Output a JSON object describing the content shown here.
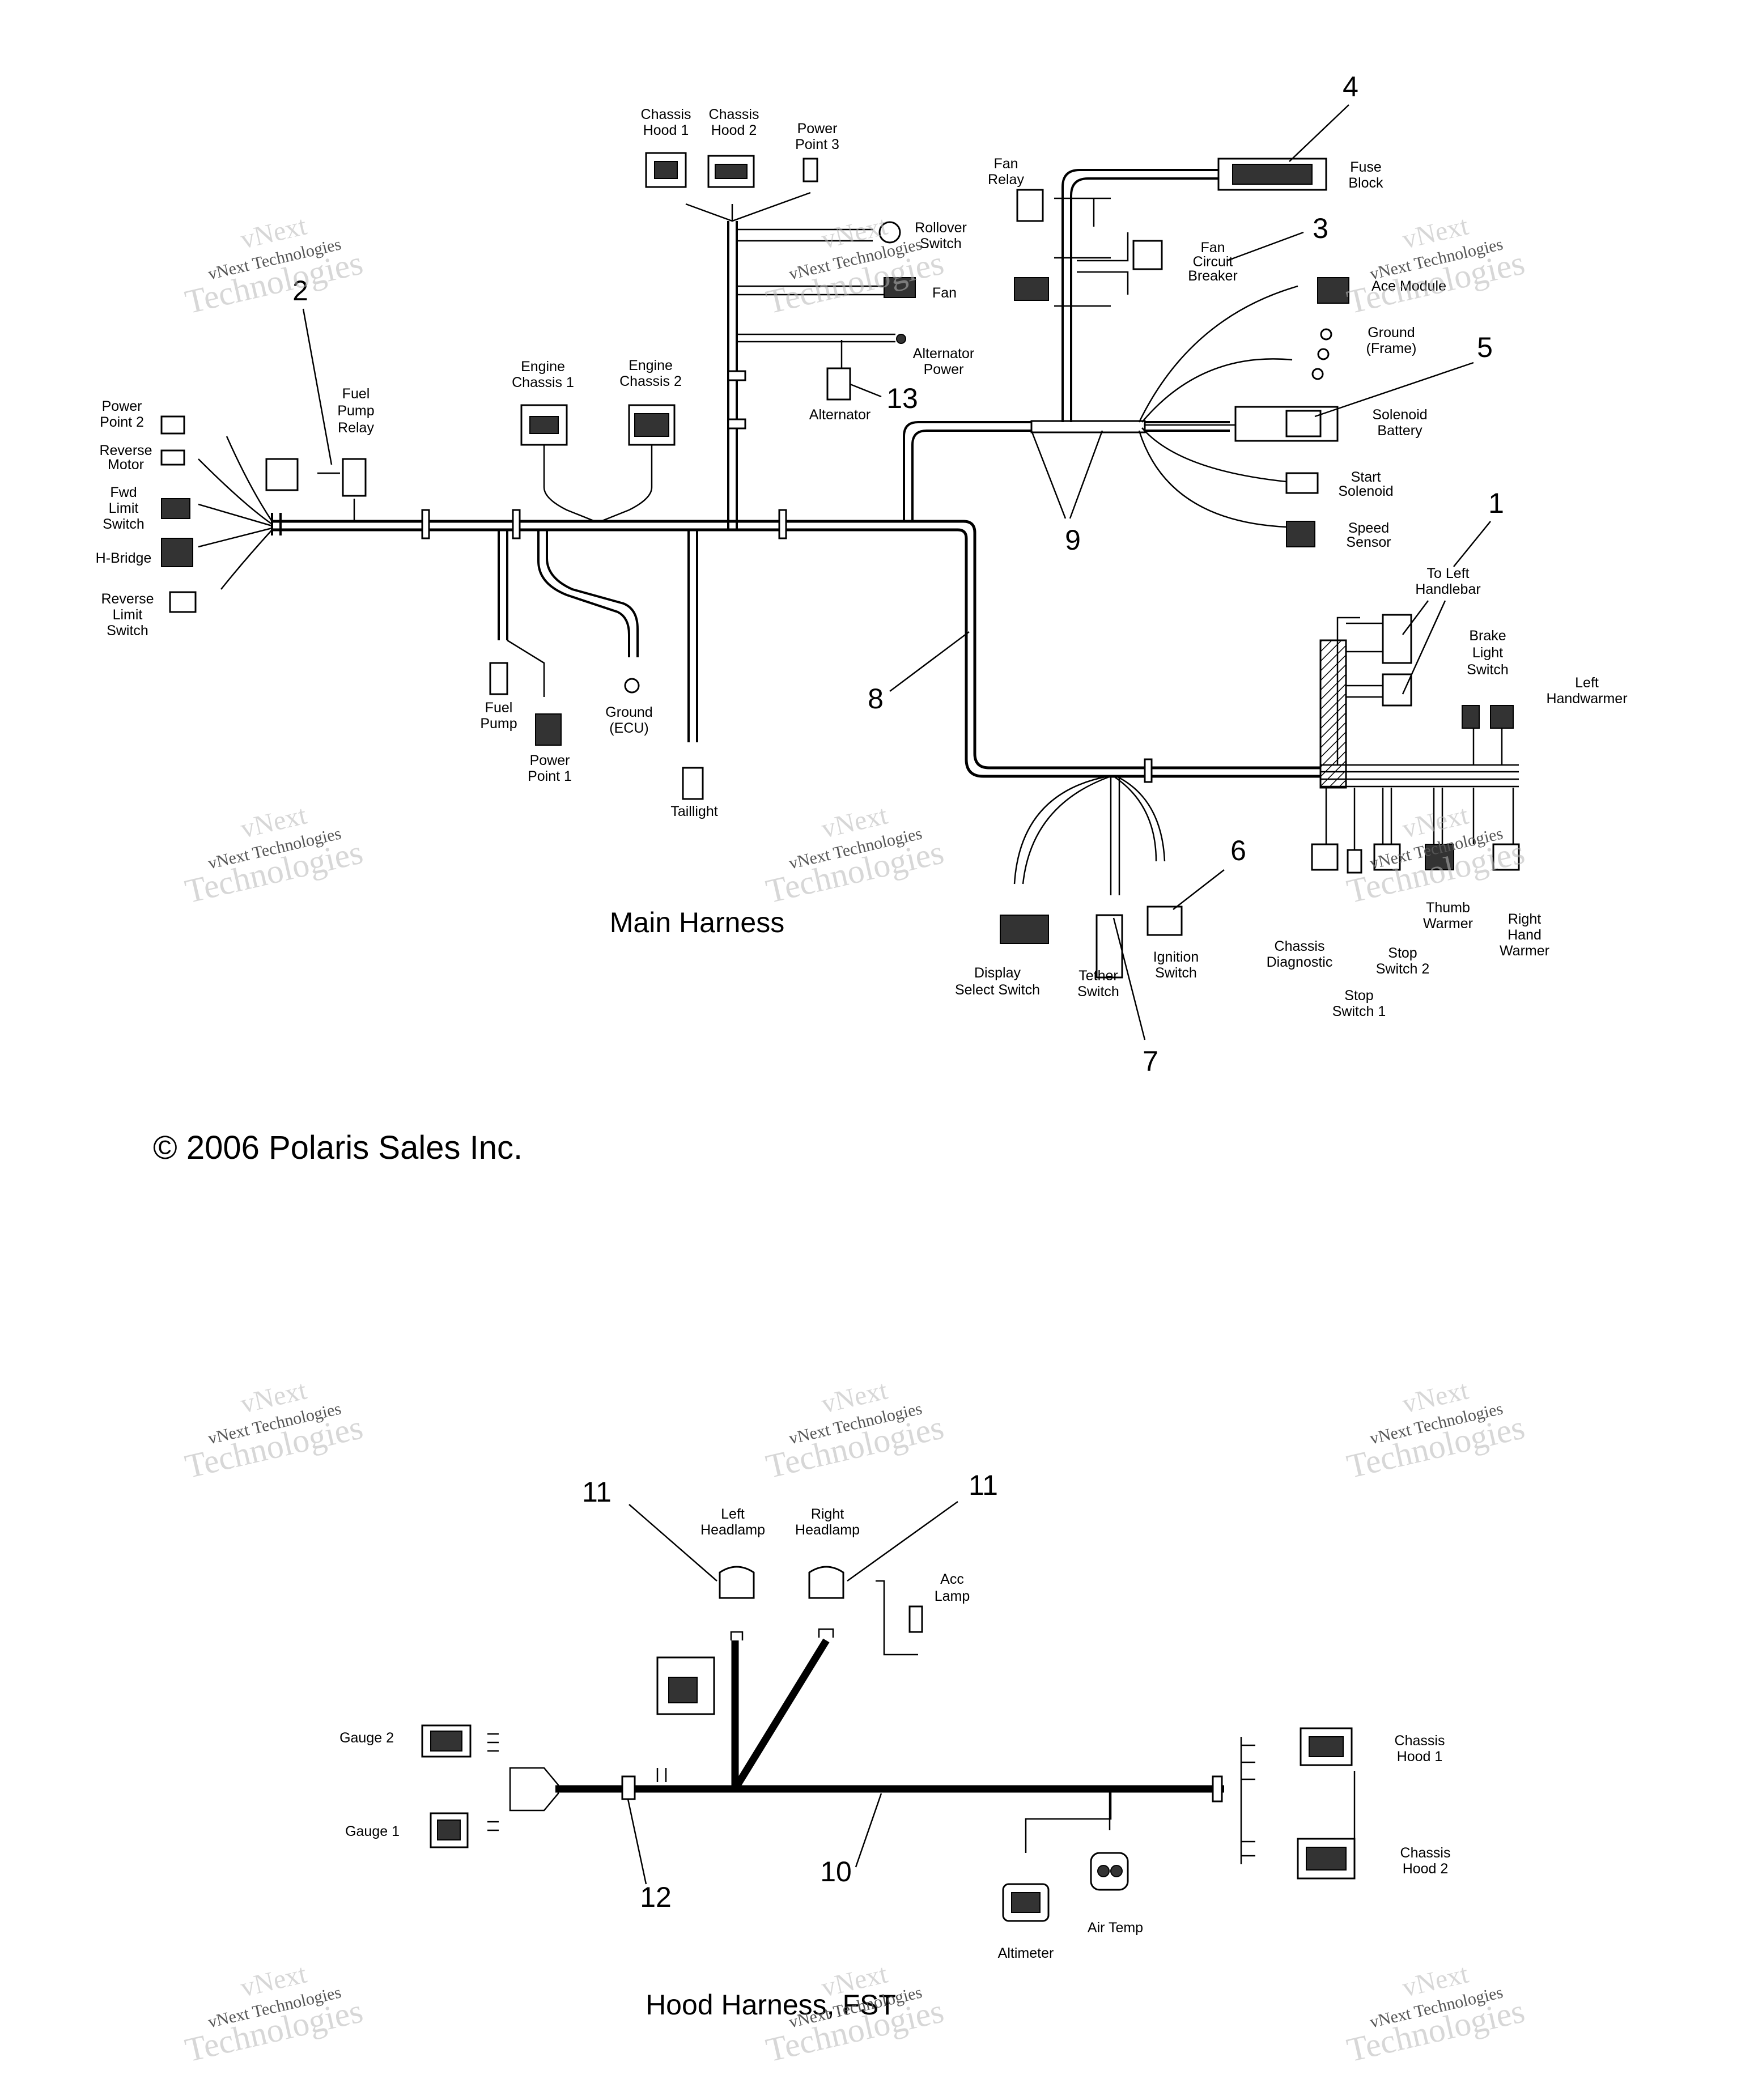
{
  "main_harness": {
    "title": "Main Harness",
    "labels": {
      "chassis_hood_1": "Chassis\nHood 1",
      "chassis_hood_2": "Chassis\nHood 2",
      "power_point_3": "Power\nPoint 3",
      "rollover_switch": "Rollover\nSwitch",
      "fan": "Fan",
      "alternator_power": "Alternator\nPower",
      "alternator": "Alternator",
      "engine_chassis_1": "Engine\nChassis 1",
      "engine_chassis_2": "Engine\nChassis 2",
      "fuel_pump_relay": "Fuel\nPump\nRelay",
      "power_point_2": "Power\nPoint 2",
      "reverse_motor": "Reverse\nMotor",
      "fwd_limit_switch": "Fwd\nLimit\nSwitch",
      "h_bridge": "H-Bridge",
      "reverse_limit_switch": "Reverse\nLimit\nSwitch",
      "fuel_pump": "Fuel\nPump",
      "power_point_1": "Power\nPoint 1",
      "ground_ecu": "Ground\n(ECU)",
      "taillight": "Taillight",
      "fan_relay": "Fan\nRelay",
      "fuse_block": "Fuse\nBlock",
      "fan_circuit_breaker": "Fan\nCircuit\nBreaker",
      "ace_module": "Ace Module",
      "ground_frame": "Ground\n(Frame)",
      "solenoid_battery": "Solenoid\nBattery",
      "start_solenoid": "Start\nSolenoid",
      "speed_sensor": "Speed\nSensor",
      "to_left_handlebar": "To Left\nHandlebar",
      "brake_light_switch": "Brake\nLight\nSwitch",
      "left_handwarmer": "Left\nHandwarmer",
      "display_select_switch": "Display\nSelect Switch",
      "tether_switch": "Tether\nSwitch",
      "ignition_switch": "Ignition\nSwitch",
      "chassis_diagnostic": "Chassis\nDiagnostic",
      "stop_switch_2": "Stop\nSwitch 2",
      "stop_switch_1": "Stop\nSwitch 1",
      "thumb_warmer": "Thumb\nWarmer",
      "right_hand_warmer": "Right\nHand\nWarmer"
    },
    "callouts": [
      "1",
      "2",
      "3",
      "4",
      "5",
      "6",
      "7",
      "8",
      "9",
      "13"
    ]
  },
  "copyright": "© 2006 Polaris Sales Inc.",
  "hood_harness": {
    "title": "Hood Harness, FST",
    "labels": {
      "left_headlamp": "Left\nHeadlamp",
      "right_headlamp": "Right\nHeadlamp",
      "acc_lamp": "Acc\nLamp",
      "gauge_2": "Gauge 2",
      "gauge_1": "Gauge 1",
      "chassis_hood_1": "Chassis\nHood 1",
      "chassis_hood_2": "Chassis\nHood 2",
      "altimeter": "Altimeter",
      "air_temp": "Air Temp"
    },
    "callouts": [
      "11",
      "11",
      "12",
      "10"
    ]
  },
  "watermark": {
    "line1": "vNext",
    "line2": "vNext Technologies",
    "line3": "Technologies"
  }
}
